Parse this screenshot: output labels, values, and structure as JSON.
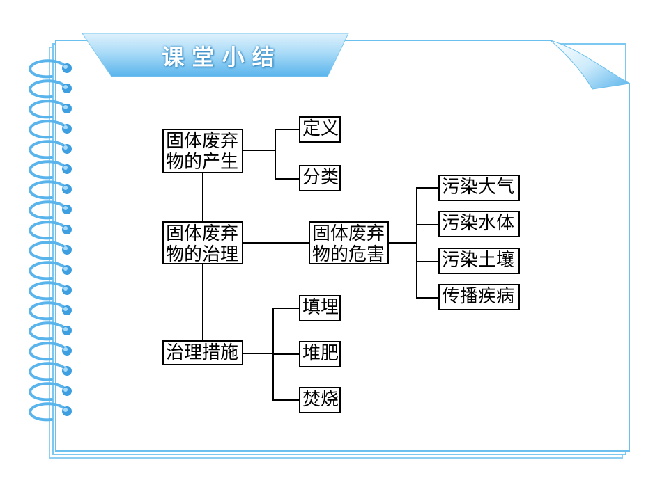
{
  "header": {
    "title": "课 堂 小 结"
  },
  "colors": {
    "accent": "#5ab4ec",
    "frame_border": "#6cc0ee",
    "title_text": "#ffffff",
    "line": "#000000"
  },
  "diagram": {
    "nodes": {
      "generation": "固体废弃\n物的产生",
      "definition": "定义",
      "classification": "分类",
      "treatment": "固体废弃\n物的治理",
      "harm": "固体废弃\n物的危害",
      "air": "污染大气",
      "water": "污染水体",
      "soil": "污染土壤",
      "disease": "传播疾病",
      "measures": "治理措施",
      "landfill": "填埋",
      "compost": "堆肥",
      "incineration": "焚烧"
    }
  }
}
